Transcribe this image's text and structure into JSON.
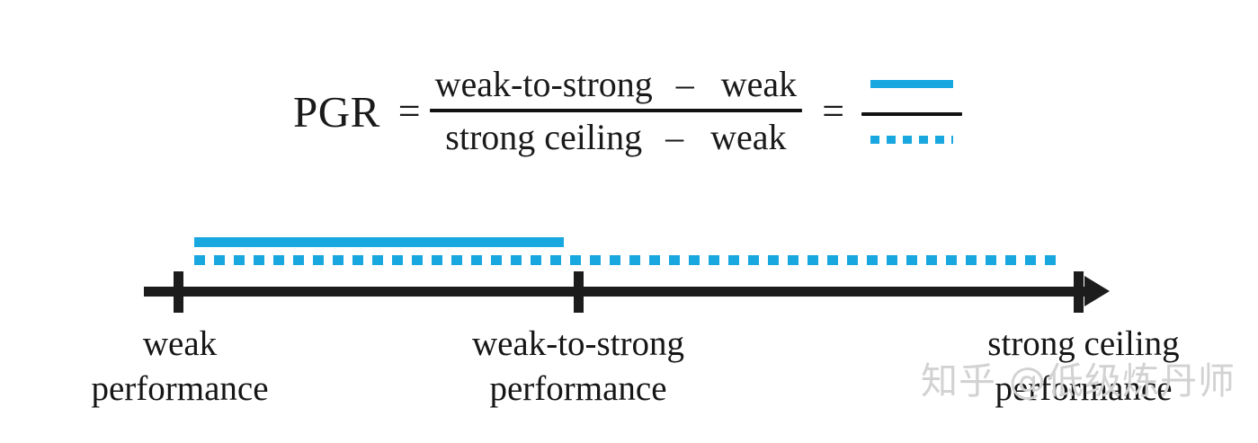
{
  "figure": {
    "type": "diagram",
    "subject": "Performance Gap Recovered (PGR) definition",
    "background_color": "#ffffff"
  },
  "formula": {
    "lhs_label": "PGR",
    "equals_1": "=",
    "equals_2": "=",
    "numerator": {
      "term_1": "weak-to-strong",
      "operator": "–",
      "term_2": "weak"
    },
    "denominator": {
      "term_1": "strong ceiling",
      "operator": "–",
      "term_2": "weak"
    },
    "visual_fraction": {
      "numerator_style": "solid",
      "denominator_style": "dotted",
      "color": "#19A7DF"
    }
  },
  "number_line": {
    "axis_color": "#1c1c1c",
    "arrow_direction": "right",
    "ticks": [
      {
        "id": "weak",
        "label_line_1": "weak",
        "label_line_2": "performance",
        "x_fraction": 0.0
      },
      {
        "id": "weak-to-strong",
        "label_line_1": "weak-to-strong",
        "label_line_2": "performance",
        "x_fraction": 0.44
      },
      {
        "id": "strong-ceiling",
        "label_line_1": "strong ceiling",
        "label_line_2": "performance",
        "x_fraction": 1.0
      }
    ],
    "bars": [
      {
        "id": "gain-bar",
        "style": "solid",
        "color": "#19A7DF",
        "start_tick": "weak",
        "end_tick": "weak-to-strong",
        "meaning": "weak-to-strong minus weak"
      },
      {
        "id": "gap-bar",
        "style": "dotted",
        "color": "#19A7DF",
        "start_tick": "weak",
        "end_tick": "strong-ceiling",
        "meaning": "strong ceiling minus weak"
      }
    ]
  },
  "watermark": {
    "text": "知乎 @低级炼丹师",
    "color": "#d2d2d2"
  }
}
